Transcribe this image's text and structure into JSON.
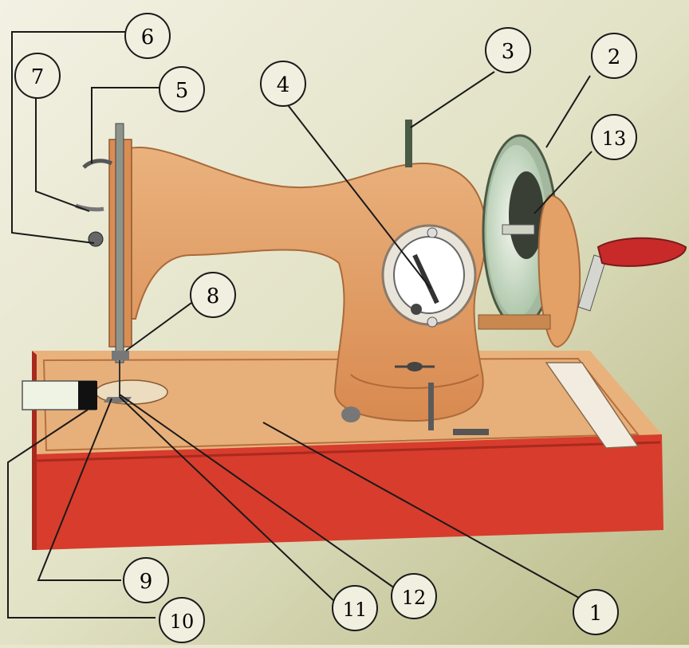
{
  "callouts": [
    {
      "id": "c1",
      "label": "1"
    },
    {
      "id": "c2",
      "label": "2"
    },
    {
      "id": "c3",
      "label": "3"
    },
    {
      "id": "c4",
      "label": "4"
    },
    {
      "id": "c5",
      "label": "5"
    },
    {
      "id": "c6",
      "label": "6"
    },
    {
      "id": "c7",
      "label": "7"
    },
    {
      "id": "c8",
      "label": "8"
    },
    {
      "id": "c9",
      "label": "9"
    },
    {
      "id": "c10",
      "label": "10"
    },
    {
      "id": "c11",
      "label": "11"
    },
    {
      "id": "c12",
      "label": "12"
    },
    {
      "id": "c13",
      "label": "13"
    }
  ],
  "colors": {
    "background_light": "#f1efdf",
    "background_dark": "#bcbe8c",
    "body_orange": "#e3a168",
    "body_shadow": "#c27a45",
    "base_red": "#d83c2c",
    "base_red_dark": "#a82a1e",
    "platform": "#e7b07a",
    "handle_red": "#c82a2a",
    "wheel_green": "#c5d8c2",
    "line": "#1a1a1a"
  }
}
